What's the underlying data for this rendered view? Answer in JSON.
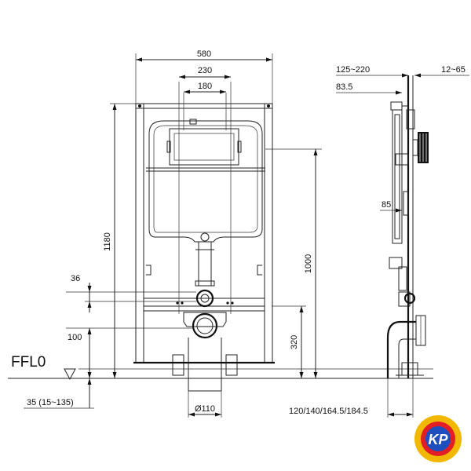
{
  "dimensions": {
    "overall_width": "580",
    "inner_width": "230",
    "bracket_width": "180",
    "height_total": "1180",
    "height_1000": "1000",
    "height_320": "320",
    "dim_36": "36",
    "dim_100": "100",
    "dim_35": "35 (15~135)",
    "pipe_diameter": "Ø110",
    "side_125_220": "125~220",
    "side_12_65": "12~65",
    "side_83_5": "83.5",
    "side_85": "85",
    "side_bottom": "120/140/164.5/184.5"
  },
  "floor_label": "FFL0",
  "logo": {
    "text": "KP",
    "colors": {
      "outer": "#f2b800",
      "ring": "#e31e24",
      "inner": "#1f4fbf"
    }
  }
}
